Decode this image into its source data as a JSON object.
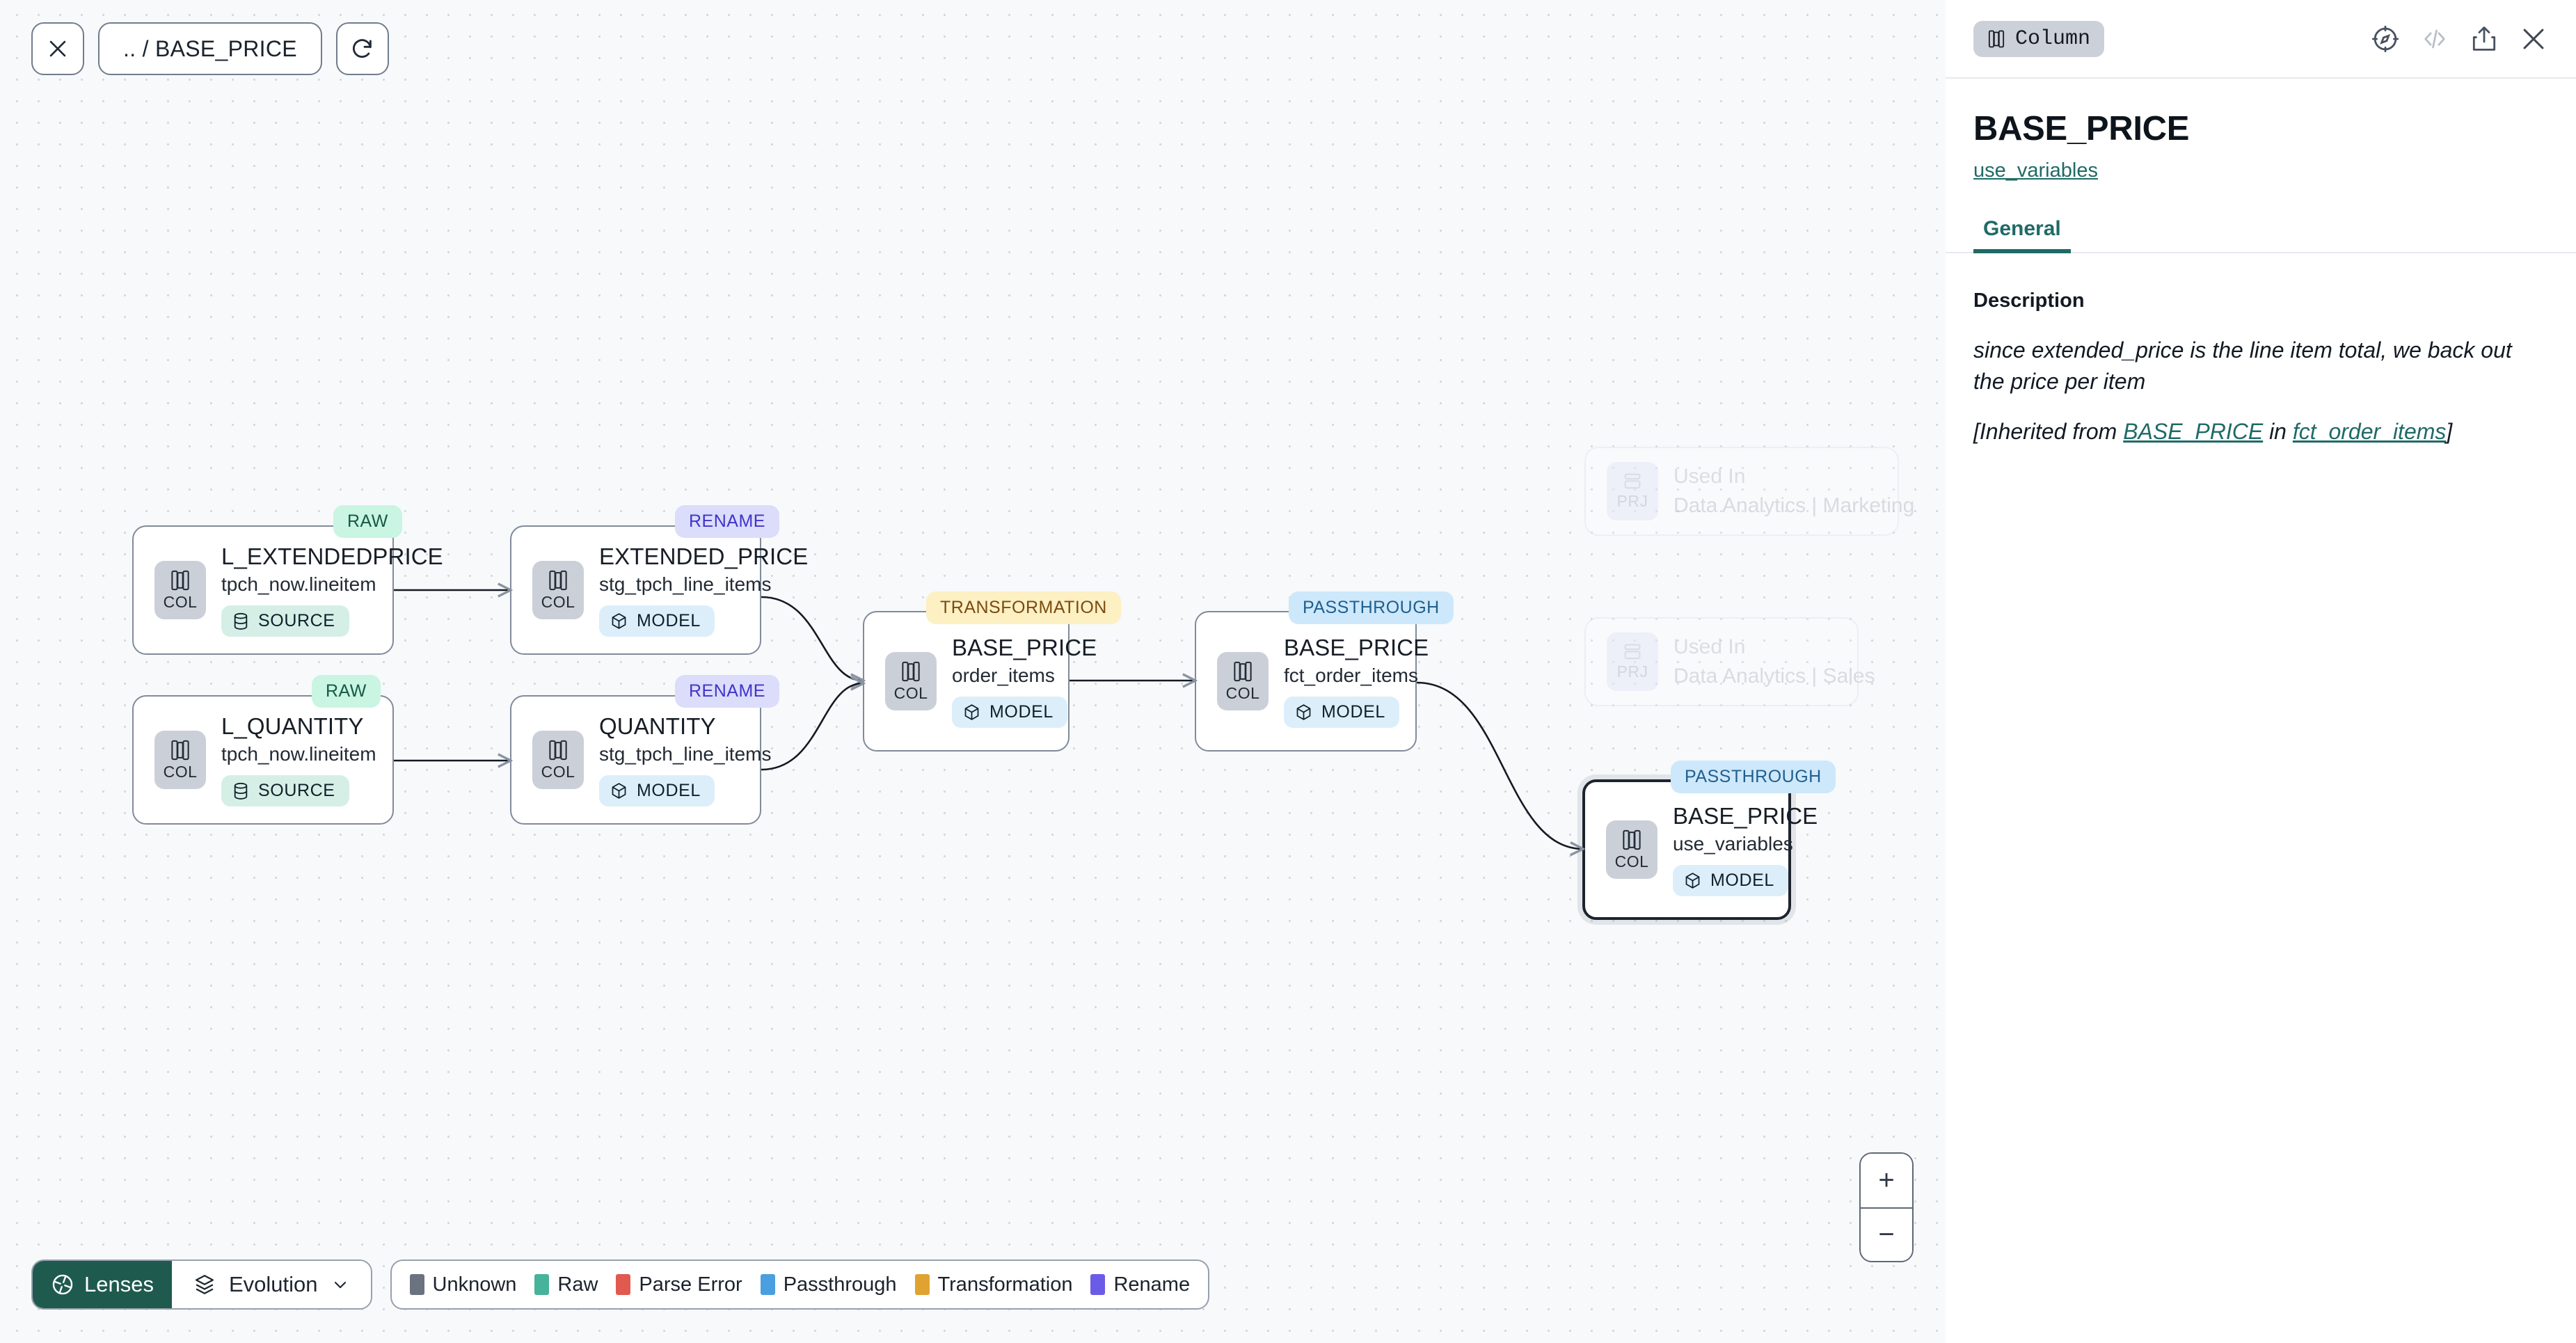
{
  "toolbar": {
    "close_label": "close-graph",
    "breadcrumb": ".. / BASE_PRICE",
    "refresh_label": "refresh"
  },
  "graph": {
    "nodes": [
      {
        "id": "l_extendedprice",
        "name": "L_EXTENDEDPRICE",
        "subtitle": "tpch_now.lineitem",
        "kind_label": "COL",
        "pill": "SOURCE",
        "pill_kind": "source",
        "tag": "RAW",
        "tag_kind": "raw",
        "selected": false
      },
      {
        "id": "l_quantity",
        "name": "L_QUANTITY",
        "subtitle": "tpch_now.lineitem",
        "kind_label": "COL",
        "pill": "SOURCE",
        "pill_kind": "source",
        "tag": "RAW",
        "tag_kind": "raw",
        "selected": false
      },
      {
        "id": "extended_price",
        "name": "EXTENDED_PRICE",
        "subtitle": "stg_tpch_line_items",
        "kind_label": "COL",
        "pill": "MODEL",
        "pill_kind": "model",
        "tag": "RENAME",
        "tag_kind": "ren",
        "selected": false
      },
      {
        "id": "quantity",
        "name": "QUANTITY",
        "subtitle": "stg_tpch_line_items",
        "kind_label": "COL",
        "pill": "MODEL",
        "pill_kind": "model",
        "tag": "RENAME",
        "tag_kind": "ren",
        "selected": false
      },
      {
        "id": "base_price_order_items",
        "name": "BASE_PRICE",
        "subtitle": "order_items",
        "kind_label": "COL",
        "pill": "MODEL",
        "pill_kind": "model",
        "tag": "TRANSFORMATION",
        "tag_kind": "trans",
        "selected": false
      },
      {
        "id": "base_price_fct_order_items",
        "name": "BASE_PRICE",
        "subtitle": "fct_order_items",
        "kind_label": "COL",
        "pill": "MODEL",
        "pill_kind": "model",
        "tag": "PASSTHROUGH",
        "tag_kind": "pass",
        "selected": false
      },
      {
        "id": "base_price_use_variables",
        "name": "BASE_PRICE",
        "subtitle": "use_variables",
        "kind_label": "COL",
        "pill": "MODEL",
        "pill_kind": "model",
        "tag": "PASSTHROUGH",
        "tag_kind": "pass",
        "selected": true
      }
    ],
    "ghost_nodes": [
      {
        "id": "used_in_marketing",
        "kind_label": "PRJ",
        "name": "Used In",
        "subtitle": "Data Analytics | Marketing"
      },
      {
        "id": "used_in_sales",
        "kind_label": "PRJ",
        "name": "Used In",
        "subtitle": "Data Analytics | Sales"
      }
    ]
  },
  "bottombar": {
    "lenses_label": "Lenses",
    "evolution_label": "Evolution",
    "legend": [
      {
        "label": "Unknown",
        "color": "#6b7280"
      },
      {
        "label": "Raw",
        "color": "#46b39a"
      },
      {
        "label": "Parse Error",
        "color": "#e05a50"
      },
      {
        "label": "Passthrough",
        "color": "#4a9fe0"
      },
      {
        "label": "Transformation",
        "color": "#e0a231"
      },
      {
        "label": "Rename",
        "color": "#6b5ce7"
      }
    ]
  },
  "zoom_controls": {
    "zoom_in": "+",
    "zoom_out": "−"
  },
  "panel": {
    "type_chip": "Column",
    "title": "BASE_PRICE",
    "model_link": "use_variables",
    "tabs": [
      {
        "label": "General",
        "active": true
      }
    ],
    "description_heading": "Description",
    "description_text": "since extended_price is the line item total, we back out the price per item",
    "inherited_prefix": "[Inherited from ",
    "inherited_link_1": "BASE_PRICE",
    "inherited_mid": " in ",
    "inherited_link_2": "fct_order_items",
    "inherited_suffix": "]"
  },
  "colors": {
    "accent": "#1f6a66",
    "lenses_bg": "#1f5a4f",
    "canvas_bg": "#f7f9fb"
  }
}
